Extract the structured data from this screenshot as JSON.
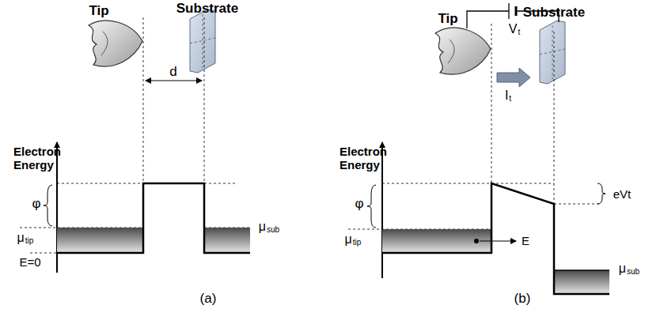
{
  "diagram": {
    "labels": [
      "Tip",
      "Substrate",
      "d",
      "Electron Energy",
      "φ",
      "μtip",
      "E=0",
      "μsub",
      "(a)",
      "Vt",
      "Tip",
      "Substrate",
      "It",
      "Electron Energy",
      "φ",
      "μtip",
      "E",
      "eVt",
      "μsub",
      "(b)"
    ]
  }
}
